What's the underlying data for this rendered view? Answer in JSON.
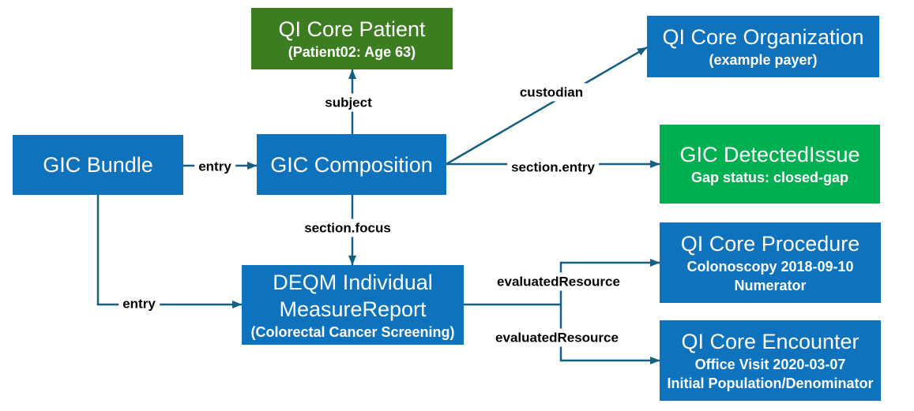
{
  "diagram": {
    "description": "FHIR Gaps in Care bundle resource graph",
    "colors": {
      "node_blue": "#0E72BD",
      "node_dark_green": "#3C7D22",
      "node_bright_green": "#00AF50",
      "connector": "#156082",
      "node_text": "#ffffff",
      "edge_label_text": "#000000",
      "background": "#ffffff"
    },
    "nodes": {
      "bundle": {
        "title": "GIC Bundle"
      },
      "patient": {
        "title": "QI Core Patient",
        "subtitle": "(Patient02: Age 63)"
      },
      "composition": {
        "title": "GIC Composition"
      },
      "organization": {
        "title": "QI Core Organization",
        "subtitle": "(example payer)"
      },
      "detected_issue": {
        "title": "GIC DetectedIssue",
        "subtitle": "Gap status: closed-gap"
      },
      "measure_report": {
        "title": "DEQM Individual\nMeasureReport",
        "subtitle": "(Colorectal Cancer Screening)"
      },
      "procedure": {
        "title": "QI Core Procedure",
        "subtitle": "Colonoscopy 2018-09-10",
        "subtitle2": "Numerator"
      },
      "encounter": {
        "title": "QI Core Encounter",
        "subtitle": "Office Visit 2020-03-07",
        "subtitle2": "Initial Population/Denominator"
      }
    },
    "edges": {
      "bundle_entry_composition": {
        "label": "entry",
        "from": "GIC Bundle",
        "to": "GIC Composition"
      },
      "composition_subject_patient": {
        "label": "subject",
        "from": "GIC Composition",
        "to": "QI Core Patient"
      },
      "composition_custodian_organization": {
        "label": "custodian",
        "from": "GIC Composition",
        "to": "QI Core Organization"
      },
      "composition_section_entry_detected_issue": {
        "label": "section.entry",
        "from": "GIC Composition",
        "to": "GIC DetectedIssue"
      },
      "composition_section_focus_measure_report": {
        "label": "section.focus",
        "from": "GIC Composition",
        "to": "DEQM Individual MeasureReport"
      },
      "bundle_entry_measure_report": {
        "label": "entry",
        "from": "GIC Bundle",
        "to": "DEQM Individual MeasureReport"
      },
      "measure_report_evaluated_resource_procedure": {
        "label": "evaluatedResource",
        "from": "DEQM Individual MeasureReport",
        "to": "QI Core Procedure"
      },
      "measure_report_evaluated_resource_encounter": {
        "label": "evaluatedResource",
        "from": "DEQM Individual MeasureReport",
        "to": "QI Core Encounter"
      }
    }
  }
}
